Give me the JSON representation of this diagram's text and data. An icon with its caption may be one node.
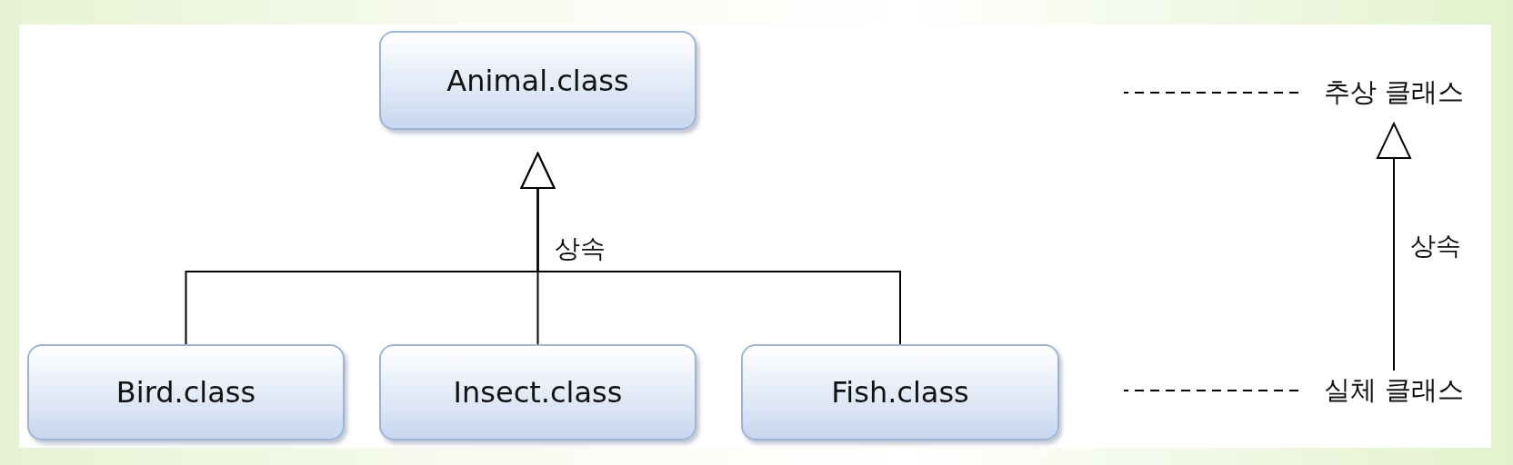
{
  "diagram": {
    "nodes": [
      {
        "text": [
          "Animal.class"
        ]
      },
      {
        "text": [
          "Bird.class"
        ]
      },
      {
        "text": [
          "Insect.class"
        ]
      },
      {
        "text": [
          "Fish.class"
        ]
      },
      {
        "text": [
          "추상 클래스"
        ]
      },
      {
        "text": [
          "실체 클래스"
        ]
      }
    ],
    "edges": [
      {
        "from": 1,
        "to": 0,
        "arrow": "to"
      },
      {
        "from": 2,
        "to": 0,
        "arrow": "to",
        "label": "상속"
      },
      {
        "from": 3,
        "to": 0,
        "arrow": "to"
      },
      {
        "from": 5,
        "to": 4,
        "arrow": "to",
        "label": "상속"
      },
      {
        "from": 4,
        "to": null,
        "arrow": "none",
        "style": "dashed"
      },
      {
        "from": 5,
        "to": null,
        "arrow": "none",
        "style": "dashed"
      }
    ]
  }
}
